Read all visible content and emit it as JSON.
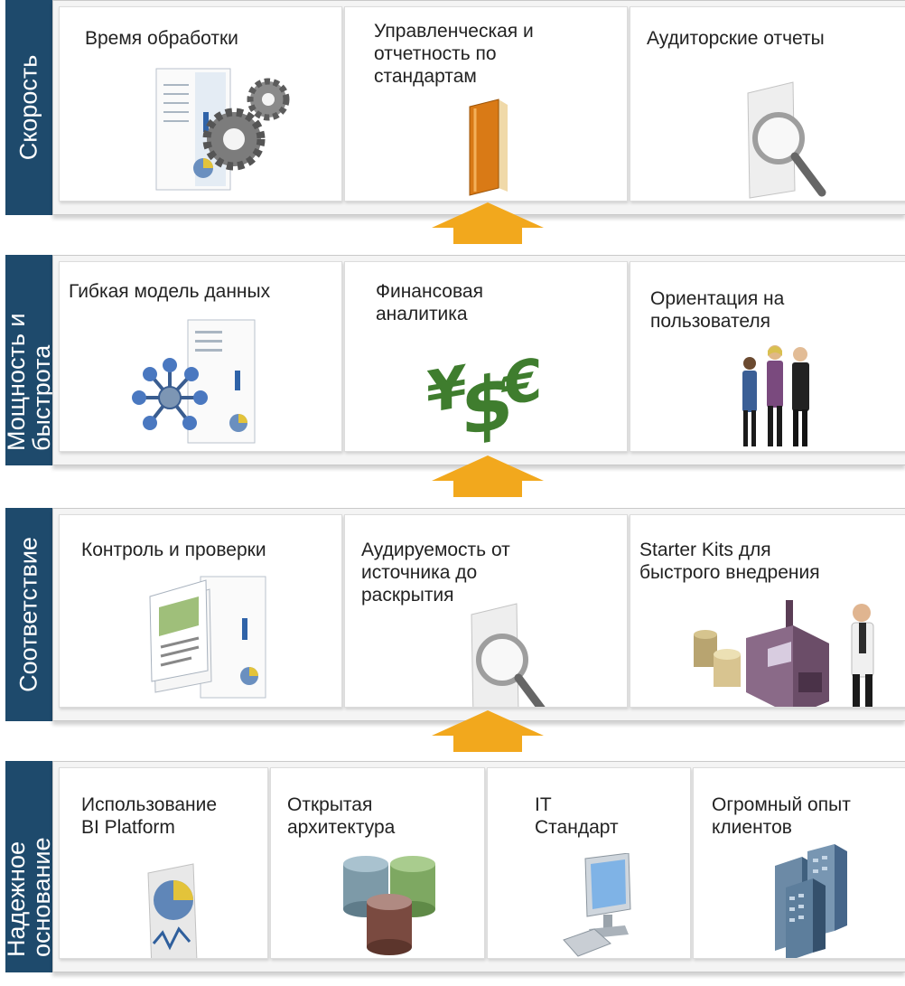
{
  "tiers": [
    {
      "label": "Скорость",
      "cells": [
        {
          "text": "Время обработки",
          "icon": "report-gears-icon"
        },
        {
          "text": "Управленческая и\nотчетность по\nстандартам",
          "icon": "book-icon"
        },
        {
          "text": "Аудиторские отчеты",
          "icon": "magnifier-document-icon"
        }
      ]
    },
    {
      "label": "Мощность и\nбыстрота",
      "cells": [
        {
          "text": "Гибкая модель данных",
          "icon": "data-model-icon"
        },
        {
          "text": "Финансовая\nаналитика",
          "icon": "currency-symbols-icon"
        },
        {
          "text": "Ориентация на\nпользователя",
          "icon": "business-people-icon"
        }
      ]
    },
    {
      "label": "Соответствие",
      "cells": [
        {
          "text": "Контроль и проверки",
          "icon": "report-pages-icon"
        },
        {
          "text": "Аудируемость от\nисточника до\nраскрытия",
          "icon": "magnifier-document-icon"
        },
        {
          "text": "Starter Kits для\nбыстрого внедрения",
          "icon": "factory-person-icon"
        }
      ]
    },
    {
      "label": "Надежное\nоснование",
      "cells": [
        {
          "text": "Использование\nBI Platform",
          "icon": "pie-report-icon"
        },
        {
          "text": "Открытая\nархитектура",
          "icon": "databases-icon"
        },
        {
          "text": "IT\nСтандарт",
          "icon": "computer-icon"
        },
        {
          "text": "Огромный опыт\nклиентов",
          "icon": "server-buildings-icon"
        }
      ]
    }
  ],
  "colors": {
    "label_bg": "#1e4a6c",
    "arrow": "#f2a81d",
    "frame_bg": "#f4f4f4"
  }
}
